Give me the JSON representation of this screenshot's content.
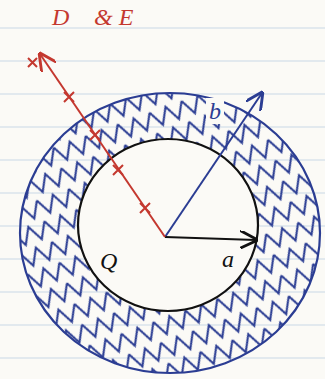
{
  "diagram": {
    "labels": [
      "D⃗ & E⃗",
      "b",
      "Q",
      "a"
    ]
  }
}
